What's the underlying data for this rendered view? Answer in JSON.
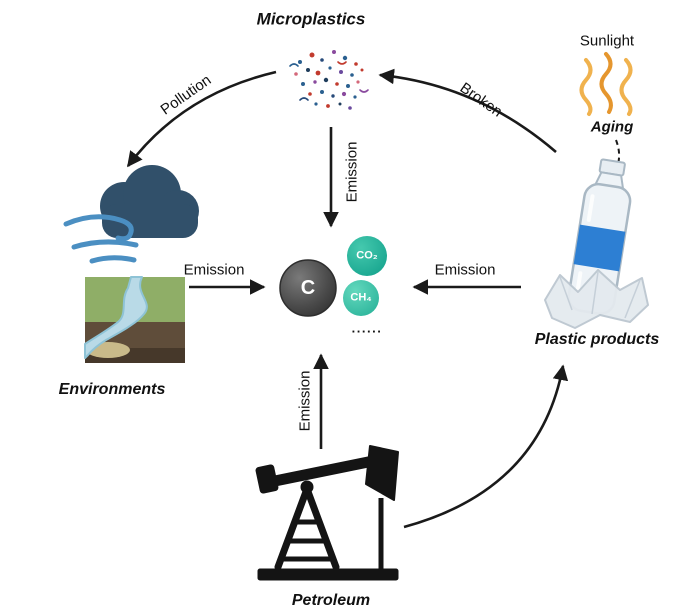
{
  "nodes": {
    "microplastics": "Microplastics",
    "environments": "Environments",
    "plastic_products": "Plastic products",
    "petroleum": "Petroleum",
    "sunlight": "Sunlight",
    "aging": "Aging"
  },
  "molecules": {
    "carbon": "C",
    "co2": "CO₂",
    "ch4": "CH₄",
    "more": "......"
  },
  "edges": {
    "pollution": "Pollution",
    "broken": "Broken",
    "emission_from_microplastics": "Emission",
    "emission_from_environments": "Emission",
    "emission_from_plastic_products": "Emission",
    "emission_from_petroleum": "Emission"
  },
  "colors": {
    "arrow": "#1a1a1a",
    "carbon_circle": "#4a4a4a",
    "co2_circle": "#1fae99",
    "ch4_circle": "#3cc4a9",
    "sunlight_rays": "#eda83d",
    "bottle_band": "#2d7fd3",
    "cloud": "#31506a",
    "wind": "#4b8fc2",
    "grass": "#8fae67",
    "soil": "#5f4d3a",
    "river": "#b9dae7",
    "pump": "#141414"
  }
}
